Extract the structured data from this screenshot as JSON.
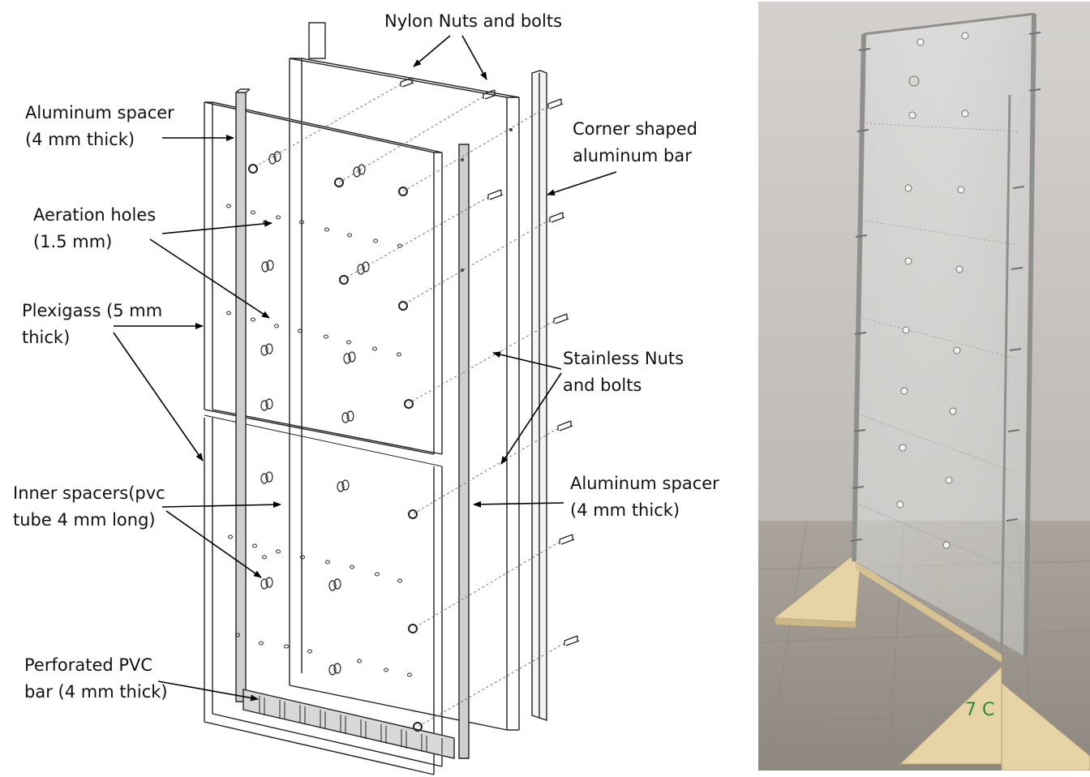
{
  "diagram": {
    "labels": {
      "nylon": {
        "line1": "Nylon Nuts and bolts"
      },
      "aluminum_left": {
        "line1": "Aluminum spacer",
        "line2": "(4 mm thick)"
      },
      "corner_bar": {
        "line1": "Corner shaped",
        "line2": "aluminum bar"
      },
      "aeration": {
        "line1": "Aeration holes",
        "line2": "(1.5 mm)"
      },
      "plexiglass": {
        "line1": "Plexigass (5 mm",
        "line2": "thick)"
      },
      "stainless": {
        "line1": "Stainless Nuts",
        "line2": "and bolts"
      },
      "inner_spacers": {
        "line1": "Inner spacers(pvc",
        "line2": "tube 4 mm long)"
      },
      "aluminum_right": {
        "line1": "Aluminum spacer",
        "line2": "(4 mm thick)"
      },
      "perforated": {
        "line1": "Perforated PVC",
        "line2": "bar (4 mm thick)"
      }
    },
    "colors": {
      "outline": "#222222",
      "spacer_fill": "#cfcfcf",
      "leader_dash": "#777777"
    }
  },
  "photo": {
    "colors": {
      "wall": "#c9c6c3",
      "floor": "#9c9690",
      "wood": "#e6d3a6",
      "frame": "#a9aaa6"
    },
    "marking": "7 C"
  }
}
